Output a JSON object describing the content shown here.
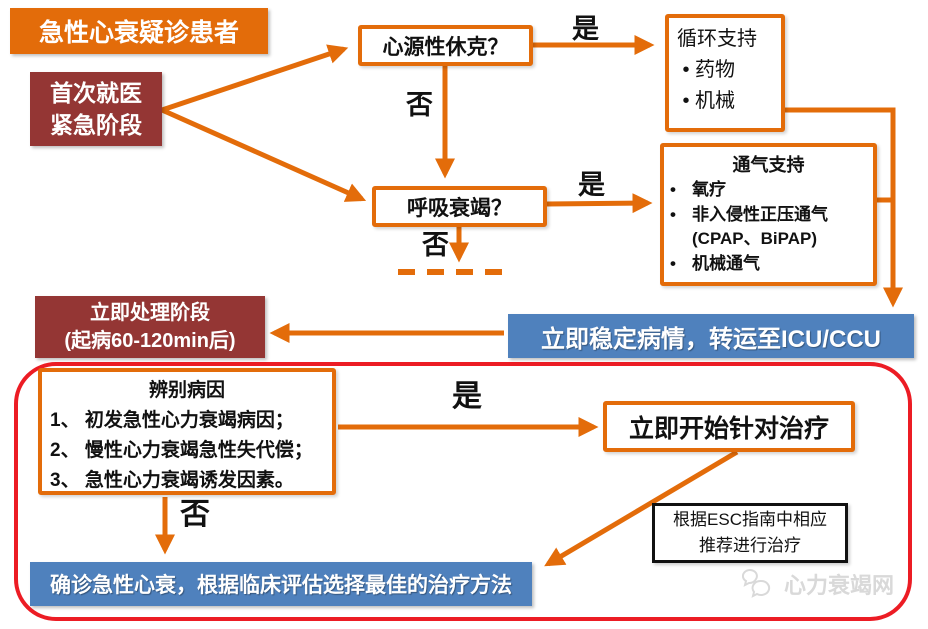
{
  "flowchart": {
    "title": "急性心衰疑诊患者",
    "first_visit": {
      "line1": "首次就医",
      "line2": "紧急阶段"
    },
    "cardiogenic_shock": "心源性休克？",
    "respiratory_failure": "呼吸衰竭？",
    "circulatory_support": {
      "title": "循环支持",
      "items": [
        "药物",
        "机械"
      ]
    },
    "ventilation_support": {
      "title": "通气支持",
      "items": [
        {
          "text": "氧疗",
          "sub": ""
        },
        {
          "text": "非入侵性正压通气",
          "sub": "(CPAP、BiPAP)"
        },
        {
          "text": "机械通气",
          "sub": ""
        }
      ]
    },
    "immediate_phase": {
      "line1": "立即处理阶段",
      "line2": "(起病60-120min后)"
    },
    "stabilize": "立即稳定病情，转运至ICU/CCU",
    "identify_cause": {
      "title": "辨别病因",
      "items": [
        "1、 初发急性心力衰竭病因；",
        "2、 慢性心力衰竭急性失代偿；",
        "3、 急性心力衰竭诱发因素。"
      ]
    },
    "targeted_treatment": "立即开始针对治疗",
    "esc_note": {
      "line1": "根据ESC指南中相应",
      "line2": "推荐进行治疗"
    },
    "confirm_diagnosis": "确诊急性心衰，根据临床评估选择最佳的治疗方法",
    "labels": {
      "shock_yes": "是",
      "shock_no": "否",
      "resp_yes": "是",
      "resp_no": "否",
      "cause_yes": "是",
      "cause_no": "否"
    },
    "watermark": "心力衰竭网"
  },
  "colors": {
    "orange": "#E36C0A",
    "dark_red": "#943634",
    "blue": "#4F81BD",
    "frame_red": "#EC1C24",
    "watermark_gray": "#D9D9D9"
  }
}
